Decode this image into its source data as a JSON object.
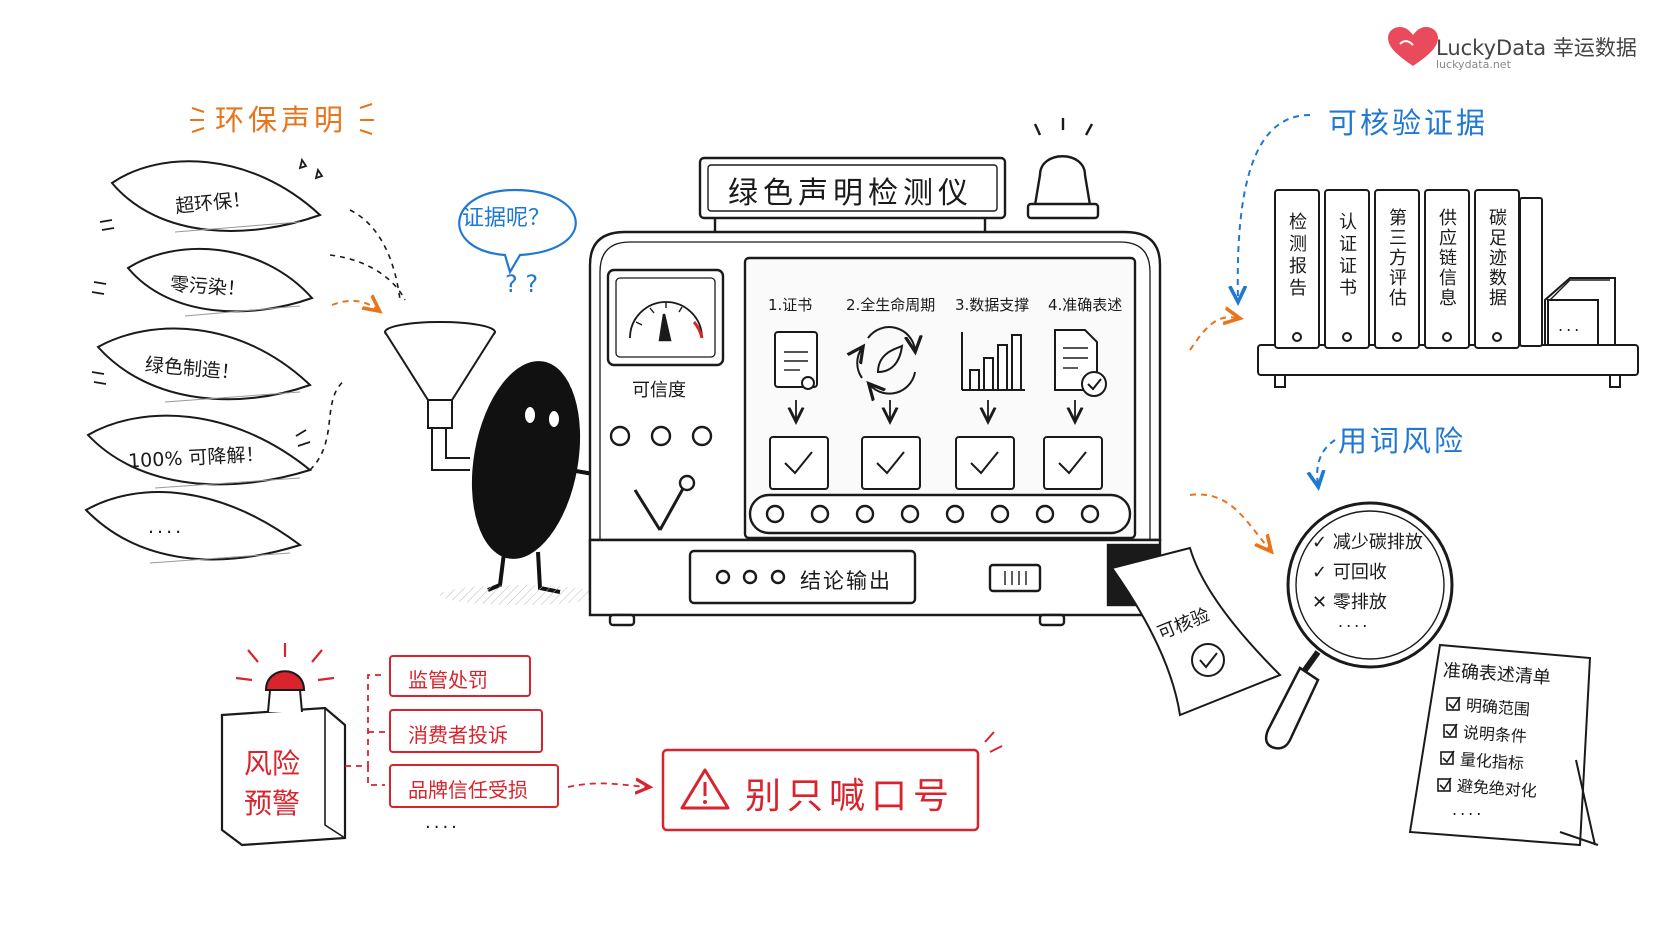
{
  "brand": {
    "name": "LuckyData 幸运数据",
    "url": "luckydata.net"
  },
  "left": {
    "title": "环保声明",
    "claims": [
      "超环保！",
      "零污染！",
      "绿色制造！",
      "100% 可降解！",
      "...."
    ]
  },
  "bubble": {
    "text": "证据呢？",
    "marks": "? ?"
  },
  "machine": {
    "title": "绿色声明检测仪",
    "gauge_label": "可信度",
    "steps": [
      "1.证书",
      "2.全生命周期",
      "3.数据支撑",
      "4.准确表述"
    ],
    "output_label": "结论输出",
    "ticket_text": "可核验"
  },
  "evidence": {
    "title": "可核验证据",
    "binders": [
      "检测报告",
      "认证证书",
      "第三方评估",
      "供应链信息",
      "碳足迹数据"
    ],
    "tray": "..."
  },
  "wording": {
    "title": "用词风险",
    "items": [
      {
        "mark": "✓",
        "text": "减少碳排放"
      },
      {
        "mark": "✓",
        "text": "可回收"
      },
      {
        "mark": "✕",
        "text": "零排放"
      }
    ],
    "more": "...."
  },
  "checklist": {
    "title": "准确表述清单",
    "items": [
      "明确范围",
      "说明条件",
      "量化指标",
      "避免绝对化"
    ],
    "more": "...."
  },
  "risk": {
    "box_label_1": "风险",
    "box_label_2": "预警",
    "items": [
      "监管处罚",
      "消费者投诉",
      "品牌信任受损"
    ],
    "more": "....",
    "warning": "别只喊口号"
  },
  "colors": {
    "orange": "#e8741c",
    "blue": "#1f78d1",
    "red": "#d9232d",
    "ink": "#1a1a1a"
  }
}
